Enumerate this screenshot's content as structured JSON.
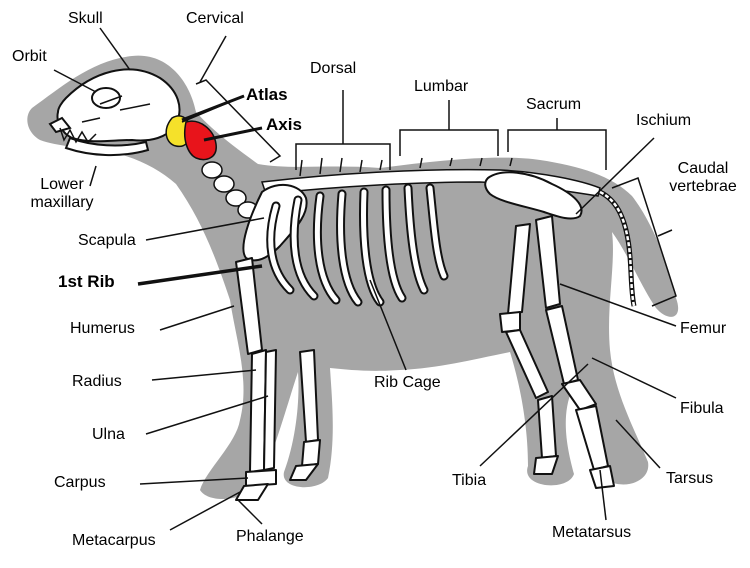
{
  "labels": {
    "skull": "Skull",
    "cervical": "Cervical",
    "orbit": "Orbit",
    "dorsal": "Dorsal",
    "lumbar": "Lumbar",
    "sacrum": "Sacrum",
    "ischium": "Ischium",
    "atlas": "Atlas",
    "axis": "Axis",
    "caudal_1": "Caudal",
    "caudal_2": "vertebrae",
    "lower_max_1": "Lower",
    "lower_max_2": "maxillary",
    "scapula": "Scapula",
    "first_rib": "1st Rib",
    "humerus": "Humerus",
    "femur": "Femur",
    "rib_cage": "Rib Cage",
    "radius": "Radius",
    "fibula": "Fibula",
    "ulna": "Ulna",
    "carpus": "Carpus",
    "tibia": "Tibia",
    "tarsus": "Tarsus",
    "metacarpus": "Metacarpus",
    "phalange": "Phalange",
    "metatarsus": "Metatarsus"
  },
  "colors": {
    "silhouette": "#a6a6a6",
    "bone": "#ffffff",
    "outline": "#111111",
    "atlas": "#f5e12a",
    "axis": "#e8141b"
  }
}
